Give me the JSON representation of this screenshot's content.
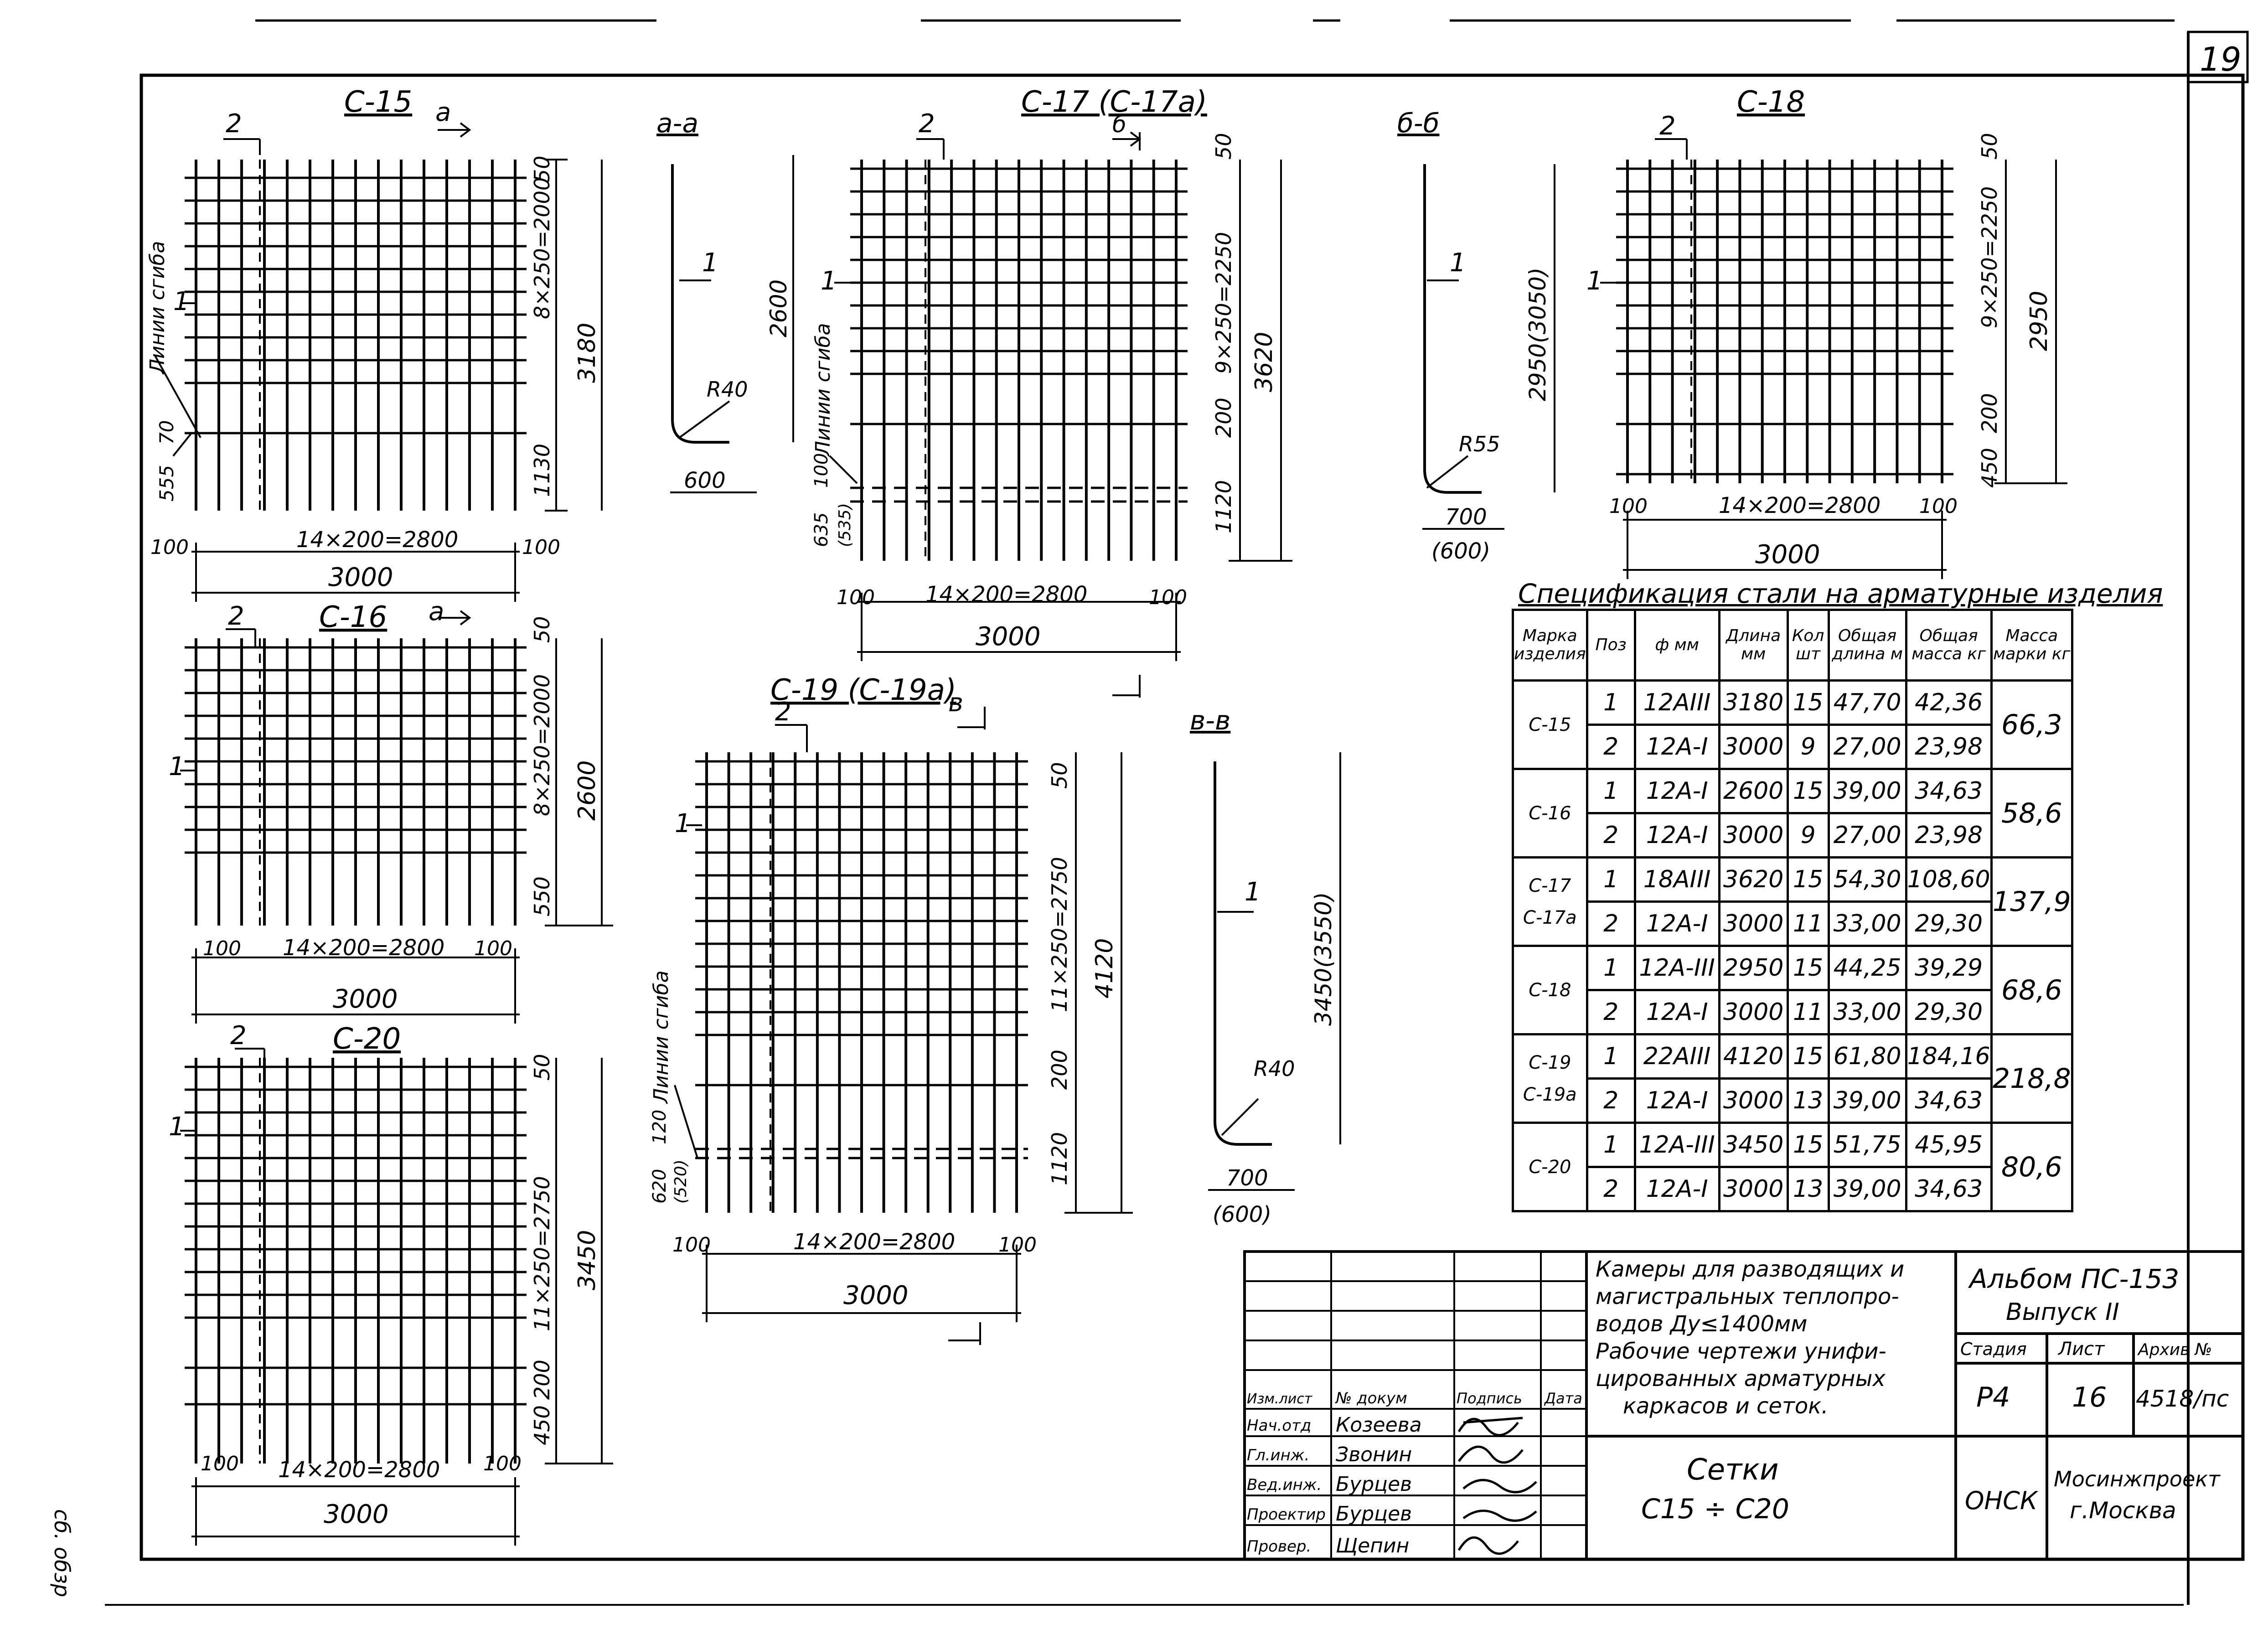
{
  "sheet_number": "19",
  "side_note": "сб. обзр",
  "meshes": {
    "c15": {
      "title": "С-15",
      "section_mark": "а",
      "bar1": "1",
      "bar2": "2",
      "bend_note": "Линии сгиба",
      "dim_top": "50",
      "dim_mid": "8×250=2000",
      "dim_low": "1130",
      "dim_total": "3180",
      "dim_left1": "555",
      "dim_left2": "70",
      "edge_left": "100",
      "edge_right": "100",
      "dim_span": "14×200=2800",
      "dim_width": "3000"
    },
    "c16": {
      "title": "С-16",
      "section_mark": "а",
      "bar1": "1",
      "bar2": "2",
      "dim_top": "50",
      "dim_mid": "8×250=2000",
      "dim_low": "550",
      "dim_total": "2600",
      "edge_left": "100",
      "edge_right": "100",
      "dim_span": "14×200=2800",
      "dim_width": "3000"
    },
    "c20": {
      "title": "С-20",
      "bar1": "1",
      "bar2": "2",
      "dim_top": "50",
      "dim_mid": "11×250=2750",
      "dim_low1": "200",
      "dim_low2": "450",
      "dim_total": "3450",
      "edge_left": "100",
      "edge_right": "100",
      "dim_span": "14×200=2800",
      "dim_width": "3000"
    },
    "c17": {
      "title": "С-17 (С-17а)",
      "section_mark": "б",
      "bar1": "1",
      "bar2": "2",
      "bend_note": "Линии сгиба",
      "dim_top": "50",
      "dim_mid": "9×250=2250",
      "dim_low1": "200",
      "dim_low2": "1120",
      "dim_total": "3620",
      "dim_left1": "635",
      "dim_left2": "100",
      "dim_left3": "(535)",
      "edge_left": "100",
      "edge_right": "100",
      "dim_span": "14×200=2800",
      "dim_width": "3000"
    },
    "c18": {
      "title": "С-18",
      "bar1": "1",
      "bar2": "2",
      "dim_top": "50",
      "dim_mid": "9×250=2250",
      "dim_low1": "200",
      "dim_low2": "450",
      "dim_total": "2950",
      "edge_left": "100",
      "edge_right": "100",
      "dim_span": "14×200=2800",
      "dim_width": "3000"
    },
    "c19": {
      "title": "С-19 (С-19а)",
      "section_mark": "в",
      "bar1": "1",
      "bar2": "2",
      "bend_note": "Линии сгиба",
      "dim_top": "50",
      "dim_mid": "11×250=2750",
      "dim_low1": "200",
      "dim_low2": "1120",
      "dim_total": "4120",
      "dim_left1": "620",
      "dim_left2": "120",
      "dim_left3": "(520)",
      "edge_left": "100",
      "edge_right": "100",
      "dim_span": "14×200=2800",
      "dim_width": "3000"
    }
  },
  "sections": {
    "aa": {
      "title": "а-а",
      "bar": "1",
      "height": "2600",
      "radius": "R40",
      "leg": "600"
    },
    "bb": {
      "title": "б-б",
      "bar": "1",
      "height": "2950(3050)",
      "radius": "R55",
      "leg": "700",
      "leg_alt": "(600)"
    },
    "vv": {
      "title": "в-в",
      "bar": "1",
      "height": "3450(3550)",
      "radius": "R40",
      "leg": "700",
      "leg_alt": "(600)"
    }
  },
  "spec": {
    "caption": "Спецификация стали на арматурные изделия",
    "headers": [
      "Марка изделия",
      "Поз",
      "ф мм",
      "Длина мм",
      "Кол шт",
      "Общая длина м",
      "Общая масса кг",
      "Масса марки кг"
    ],
    "groups": [
      {
        "marks": [
          "С-15"
        ],
        "mass": "66,3",
        "rows": [
          [
            "1",
            "12АIII",
            "3180",
            "15",
            "47,70",
            "42,36"
          ],
          [
            "2",
            "12А-I",
            "3000",
            "9",
            "27,00",
            "23,98"
          ]
        ]
      },
      {
        "marks": [
          "С-16"
        ],
        "mass": "58,6",
        "rows": [
          [
            "1",
            "12А-I",
            "2600",
            "15",
            "39,00",
            "34,63"
          ],
          [
            "2",
            "12А-I",
            "3000",
            "9",
            "27,00",
            "23,98"
          ]
        ]
      },
      {
        "marks": [
          "С-17",
          "С-17а"
        ],
        "mass": "137,9",
        "rows": [
          [
            "1",
            "18АIII",
            "3620",
            "15",
            "54,30",
            "108,60"
          ],
          [
            "2",
            "12А-I",
            "3000",
            "11",
            "33,00",
            "29,30"
          ]
        ]
      },
      {
        "marks": [
          "С-18"
        ],
        "mass": "68,6",
        "rows": [
          [
            "1",
            "12А-III",
            "2950",
            "15",
            "44,25",
            "39,29"
          ],
          [
            "2",
            "12А-I",
            "3000",
            "11",
            "33,00",
            "29,30"
          ]
        ]
      },
      {
        "marks": [
          "С-19",
          "С-19а"
        ],
        "mass": "218,8",
        "rows": [
          [
            "1",
            "22АIII",
            "4120",
            "15",
            "61,80",
            "184,16"
          ],
          [
            "2",
            "12А-I",
            "3000",
            "13",
            "39,00",
            "34,63"
          ]
        ]
      },
      {
        "marks": [
          "С-20"
        ],
        "mass": "80,6",
        "rows": [
          [
            "1",
            "12А-III",
            "3450",
            "15",
            "51,75",
            "45,95"
          ],
          [
            "2",
            "12А-I",
            "3000",
            "13",
            "39,00",
            "34,63"
          ]
        ]
      }
    ]
  },
  "title_block": {
    "project_lines": [
      "Камеры для разводящих и",
      "магистральных теплопро-",
      "водов  Ду≤1400мм",
      "Рабочие чертежи унифи-",
      "цированных арматурных",
      "каркасов и сеток."
    ],
    "album": "Альбом  ПС-153",
    "issue": "Выпуск  II",
    "stage_label": "Стадия",
    "sheet_label": "Лист",
    "archive_label": "Архив №",
    "stage": "Р4",
    "sheet": "16",
    "archive": "4518/пс",
    "drawing_title_1": "Сетки",
    "drawing_title_2": "С15   ÷  С20",
    "dept": "ОНСК",
    "org_1": "Мосинжпроект",
    "org_2": "г.Москва",
    "sign_header": [
      "Изм.лист",
      "№ докум",
      "Подпись",
      "Дата"
    ],
    "staff": [
      {
        "role": "Нач.отд",
        "name": "Козеева"
      },
      {
        "role": "Гл.инж.",
        "name": "Звонин"
      },
      {
        "role": "Вед.инж.",
        "name": "Бурцев"
      },
      {
        "role": "Проектир",
        "name": "Бурцев"
      },
      {
        "role": "Провер.",
        "name": "Щепин"
      }
    ]
  }
}
